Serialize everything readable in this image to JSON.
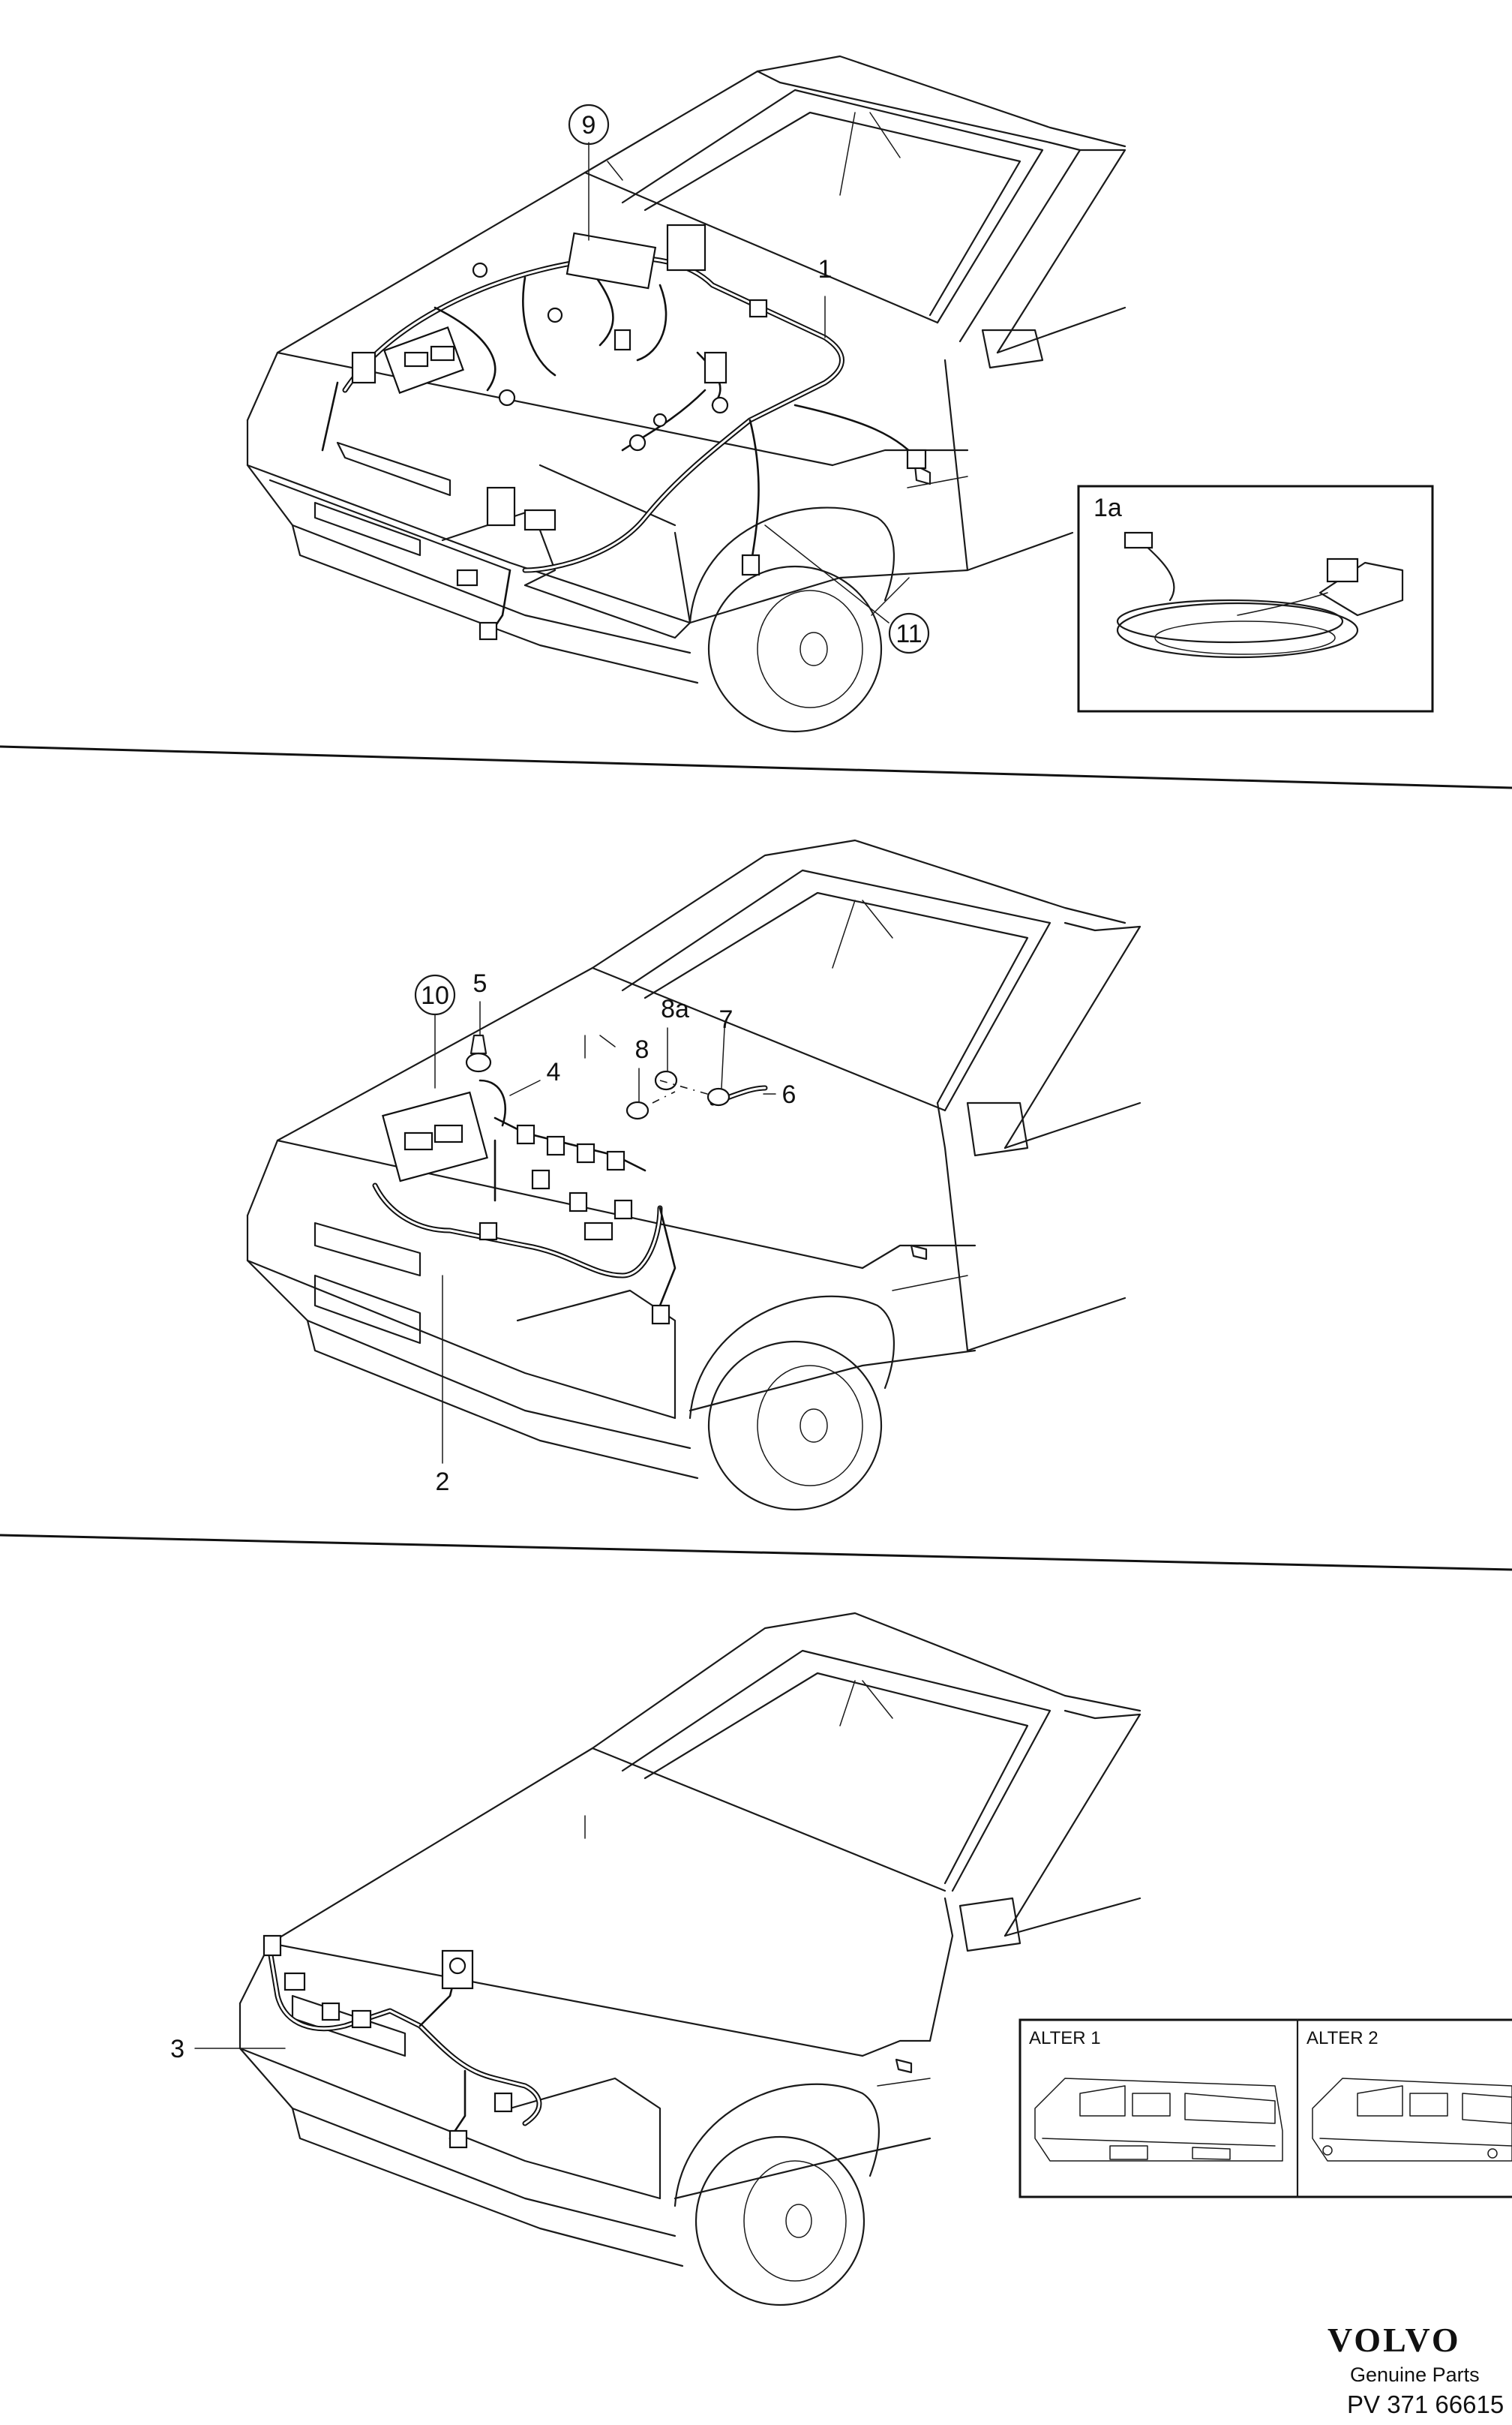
{
  "callouts": {
    "panel1": {
      "c9": "9",
      "c1": "1",
      "c1a": "1a",
      "c11": "11"
    },
    "panel2": {
      "c10": "10",
      "c5": "5",
      "c4": "4",
      "c8a": "8a",
      "c7": "7",
      "c8": "8",
      "c6": "6",
      "c2": "2"
    },
    "panel3": {
      "c3": "3",
      "alter1": "ALTER 1",
      "alter2": "ALTER 2"
    }
  },
  "footer": {
    "brand": "VOLVO",
    "subtitle": "Genuine Parts",
    "part_number": "PV 371 66615"
  }
}
